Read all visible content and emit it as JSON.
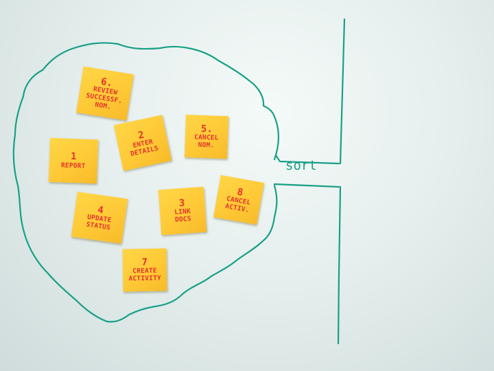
{
  "sort_label": "sort",
  "ink_color": "#17a085",
  "note_text_color": "#e3342c",
  "note_color": "#ffcf3c",
  "notes": [
    {
      "number": "6.",
      "line1": "Review",
      "line2": "Successf.",
      "line3": "Nom."
    },
    {
      "number": "2",
      "line1": "Enter",
      "line2": "Details"
    },
    {
      "number": "5.",
      "line1": "Cancel",
      "line2": "Nom."
    },
    {
      "number": "1",
      "line1": "Report"
    },
    {
      "number": "4",
      "line1": "Update",
      "line2": "Status"
    },
    {
      "number": "3",
      "line1": "Link",
      "line2": "Docs"
    },
    {
      "number": "8",
      "line1": "Cancel",
      "line2": "Activ."
    },
    {
      "number": "7",
      "line1": "Create",
      "line2": "Activity"
    }
  ]
}
